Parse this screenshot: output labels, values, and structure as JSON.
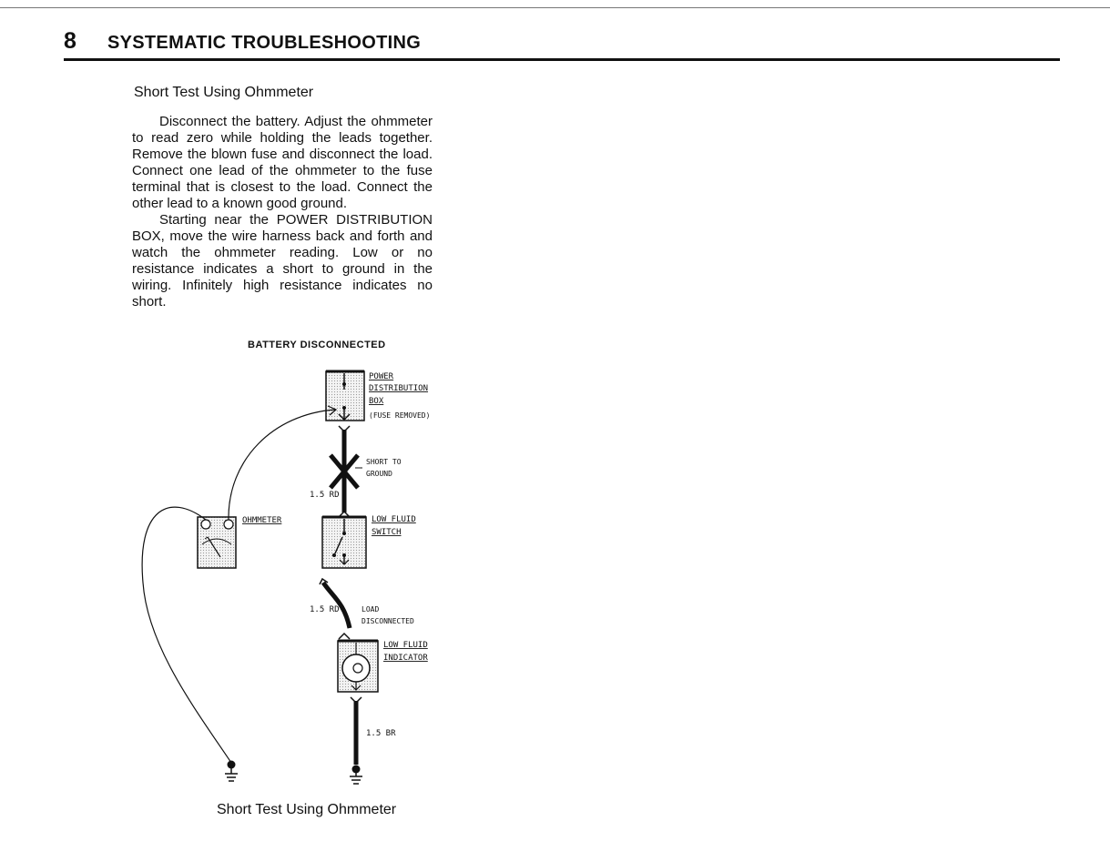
{
  "page": {
    "chapter_number": "8",
    "chapter_title": "SYSTEMATIC TROUBLESHOOTING"
  },
  "section": {
    "heading": "Short Test Using Ohmmeter",
    "paragraphs": [
      "Disconnect the battery. Adjust the ohmmeter to read zero while holding the leads together. Remove the blown fuse and disconnect the load. Connect one lead of the ohmmeter to the fuse terminal that is closest to the load. Connect the other lead to a known good ground.",
      "Starting near the POWER DISTRIBUTION BOX, move the wire harness back and forth and watch the ohmmeter reading. Low or no resistance indicates a short to ground in the wiring. Infinitely high resistance indicates no short."
    ]
  },
  "figure": {
    "title": "BATTERY DISCONNECTED",
    "caption": "Short Test Using Ohmmeter",
    "labels": {
      "power_box_1": "POWER",
      "power_box_2": "DISTRIBUTION",
      "power_box_3": "BOX",
      "power_box_4": "(FUSE REMOVED)",
      "short_1": "SHORT TO",
      "short_2": "GROUND",
      "wire_upper": "1.5 RD",
      "ohmmeter": "OHMMETER",
      "switch_1": "LOW FLUID",
      "switch_2": "SWITCH",
      "wire_middle": "1.5 RD",
      "load_1": "LOAD",
      "load_2": "DISCONNECTED",
      "indicator_1": "LOW FLUID",
      "indicator_2": "INDICATOR",
      "wire_lower": "1.5 BR"
    }
  }
}
